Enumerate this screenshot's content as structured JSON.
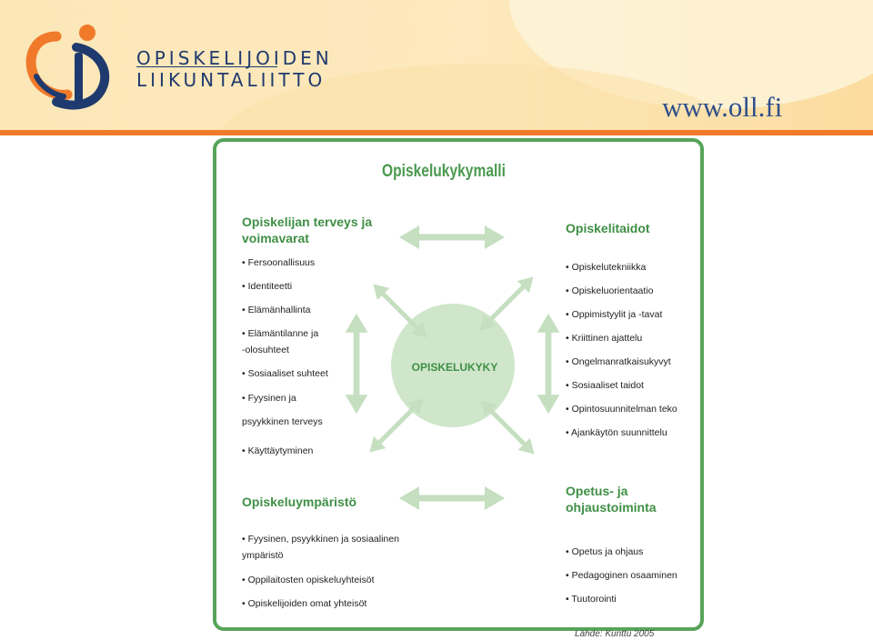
{
  "header": {
    "logo_line1": "OPISKELIJOIDEN",
    "logo_line2": "LIIKUNTALIITTO",
    "url": "www.oll.fi"
  },
  "diagram": {
    "title": "Opiskelukykymalli",
    "center": "OPISKELUKYKY",
    "source": "Lähde: Kunttu 2005",
    "sections": [
      {
        "id": "health",
        "title_lines": [
          "Opiskelijan terveys ja",
          "voimavarat"
        ],
        "items": [
          "• Fersoonallisuus",
          "• Identiteetti",
          "• Elämänhallinta",
          "• Elämäntilanne ja",
          "-olosuhteet",
          "• Sosiaaliset suhteet",
          "• Fyysinen ja",
          "psyykkinen terveys",
          "• Käyttäytyminen"
        ]
      },
      {
        "id": "skills",
        "title_lines": [
          "Opiskelitaidot"
        ],
        "items": [
          "• Opiskelutekniikka",
          "• Opiskeluorientaatio",
          "• Oppimistyylit ja -tavat",
          "• Kriittinen ajattelu",
          "• Ongelmanratkaisukyvyt",
          "• Sosiaaliset taidot",
          "• Opintosuunnitelman teko",
          "• Ajankäytön suunnittelu"
        ]
      },
      {
        "id": "environment",
        "title_lines": [
          "Opiskeluympäristö"
        ],
        "items": [
          "• Fyysinen, psyykkinen ja sosiaalinen",
          "ympäristö",
          "• Oppilaitosten opiskeluyhteisöt",
          "• Opiskelijoiden omat yhteisöt"
        ]
      },
      {
        "id": "teaching",
        "title_lines": [
          "Opetus- ja",
          "ohjaustoiminta"
        ],
        "items": [
          "• Opetus ja ohjaus",
          "• Pedagoginen osaaminen",
          "• Tuutorointi"
        ]
      }
    ]
  },
  "colors": {
    "frame_green": "#57a45a",
    "title_green": "#3f8f45",
    "arrow_green": "#c5dfc0",
    "circle_green": "#cfe6cb",
    "header_orange": "#f07a2a",
    "logo_blue": "#1f3a6e"
  }
}
